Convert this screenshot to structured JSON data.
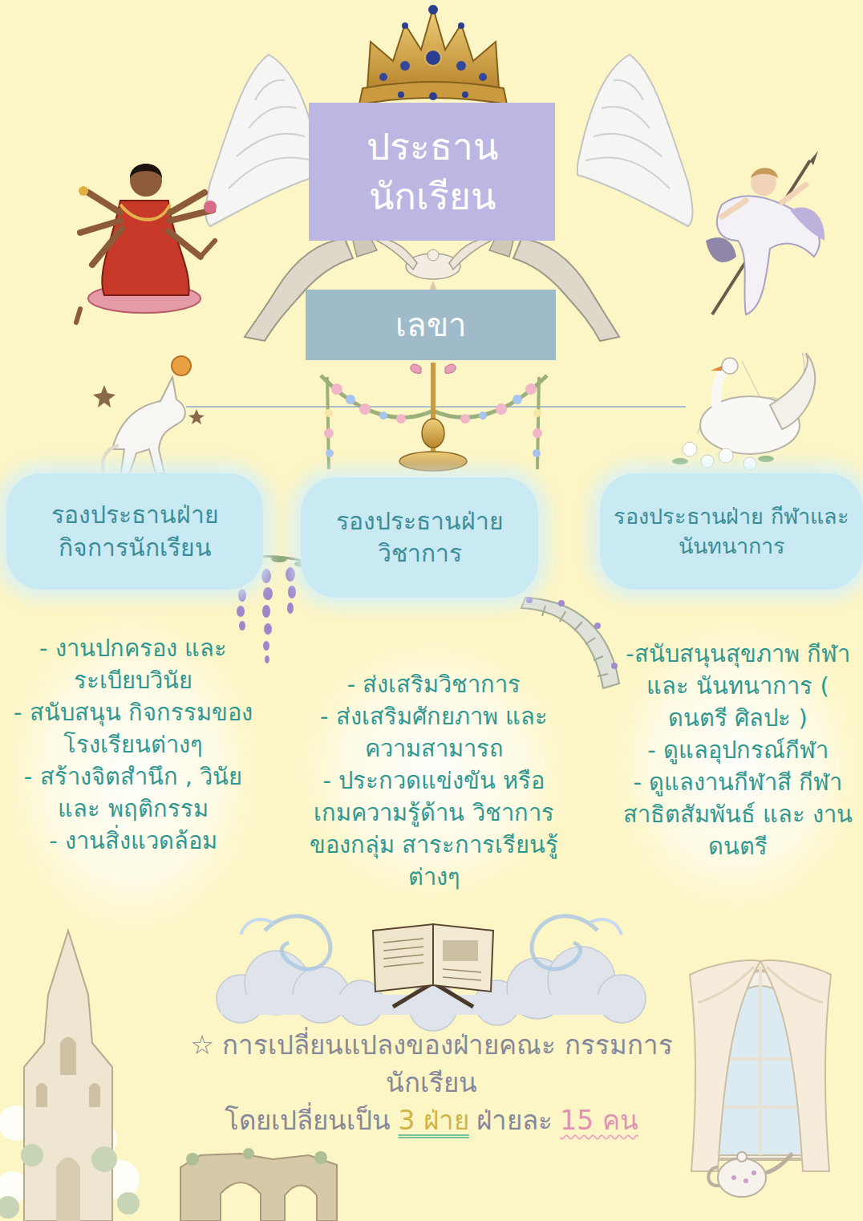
{
  "diagram": {
    "nodes": [
      {
        "text": [
          "ประธาน นักเรียน"
        ]
      },
      {
        "text": [
          "เลขา"
        ]
      },
      {
        "text": [
          "รองประธานฝ่าย กิจการนักเรียน"
        ]
      },
      {
        "text": [
          "รองประธานฝ่าย วิชาการ"
        ]
      },
      {
        "text": [
          "รองประธานฝ่าย กีฬาและนันทนาการ"
        ]
      }
    ],
    "labels": [
      "- งานปกครอง และระเบียบวินัย",
      "- สนับสนุน กิจกรรมของ โรงเรียนต่างๆ",
      "- สร้างจิตสำนึก , วินัย และ พฤติกรรม",
      "- งานสิ่งแวดล้อม",
      "- ส่งเสริมวิชาการ",
      "- ส่งเสริมศักยภาพ และความสามารถ",
      "- ประกวดแข่งขัน หรือเกมความรู้ด้าน วิชาการของกลุ่ม สาระการเรียนรู้ต่างๆ",
      "-สนับสนุนสุขภาพ กีฬา และ นันทนาการ ( ดนตรี ศิลปะ )",
      "- ดูแลอุปกรณ์กีฬา",
      "- ดูแลงานกีฬาสี กีฬาสาธิตสัมพันธ์ และ งานดนตรี",
      "☆ การเปลี่ยนแปลงของฝ่ายคณะ กรรมการนักเรียน",
      "โดยเปลี่ยนเป็น",
      "3 ฝ่าย",
      "ฝ่ายละ",
      "15 คน"
    ]
  }
}
